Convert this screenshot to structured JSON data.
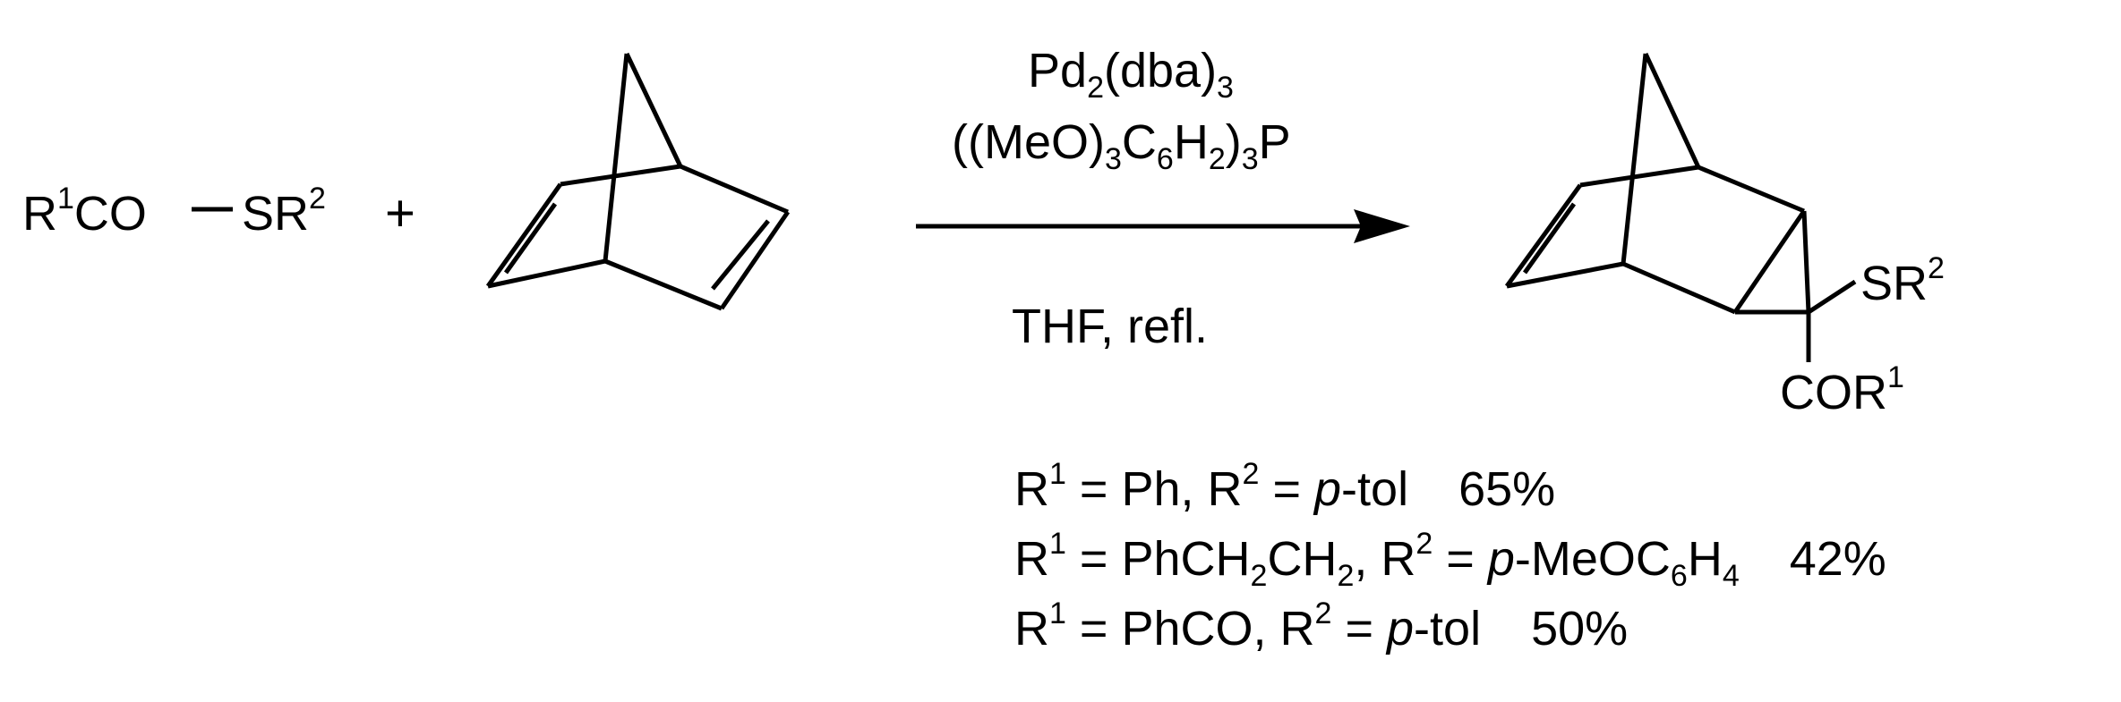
{
  "reagent": {
    "r1": "R",
    "r1_sup": "1",
    "co": "CO",
    "sr": "SR",
    "r2_sup": "2"
  },
  "plus": "+",
  "conditions": {
    "line1": {
      "a": "Pd",
      "a_sub": "2",
      "b": "(dba)",
      "b_sub": "3"
    },
    "line2": {
      "a": "((MeO)",
      "a_sub": "3",
      "b": "C",
      "b_sub": "6",
      "c": "H",
      "c_sub": "2",
      "d": ")",
      "d_sub": "3",
      "e": "P"
    },
    "line3": "THF, refl."
  },
  "product": {
    "sr": "SR",
    "sr_sup": "2",
    "cor": "COR",
    "cor_sup": "1"
  },
  "results": [
    {
      "r1": "R",
      "r1_sup": "1",
      "eq1": " = Ph, ",
      "r2": "R",
      "r2_sup": "2",
      "eq2": " = ",
      "p": "p",
      "tail": "-tol",
      "yield": "65%"
    },
    {
      "r1": "R",
      "r1_sup": "1",
      "eq1": " = PhCH",
      "s1": "2",
      "mid": "CH",
      "s2": "2",
      "eq1b": ", ",
      "r2": "R",
      "r2_sup": "2",
      "eq2": " = ",
      "p": "p",
      "tail": "-MeOC",
      "s3": "6",
      "tail2": "H",
      "s4": "4",
      "yield": "42%"
    },
    {
      "r1": "R",
      "r1_sup": "1",
      "eq1": " = PhCO, ",
      "r2": "R",
      "r2_sup": "2",
      "eq2": " = ",
      "p": "p",
      "tail": "-tol",
      "yield": "50%"
    }
  ]
}
